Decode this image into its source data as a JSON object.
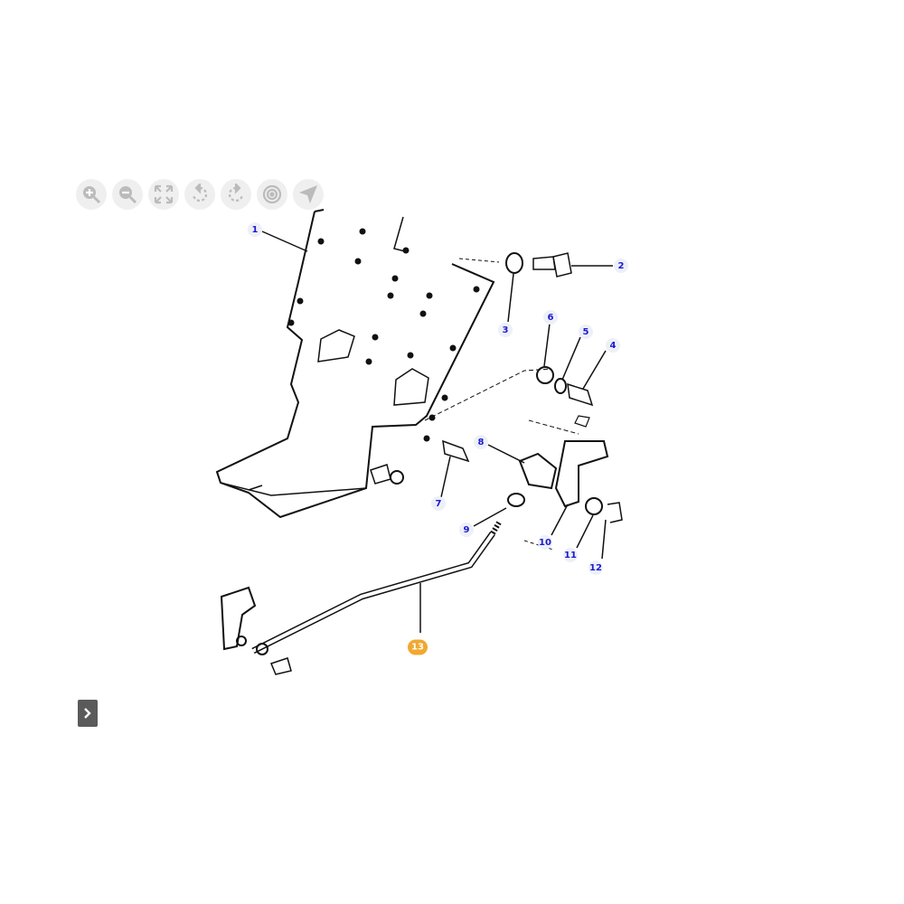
{
  "toolbar": {
    "buttons": [
      {
        "icon": "zoom-in-icon"
      },
      {
        "icon": "zoom-out-icon"
      },
      {
        "icon": "fit-screen-icon"
      },
      {
        "icon": "rotate-left-icon"
      },
      {
        "icon": "rotate-right-icon"
      },
      {
        "icon": "target-icon"
      },
      {
        "icon": "navigate-icon"
      }
    ]
  },
  "callouts": [
    "1",
    "2",
    "3",
    "4",
    "5",
    "6",
    "7",
    "8",
    "9",
    "10",
    "11",
    "12",
    "13"
  ],
  "selected_callout": "13",
  "colors": {
    "callout_text": "#1a1ad0",
    "callout_bg": "#eef0f8",
    "selected": "#f0a830"
  },
  "panel_toggle": {
    "icon": "chevron-right-icon"
  }
}
